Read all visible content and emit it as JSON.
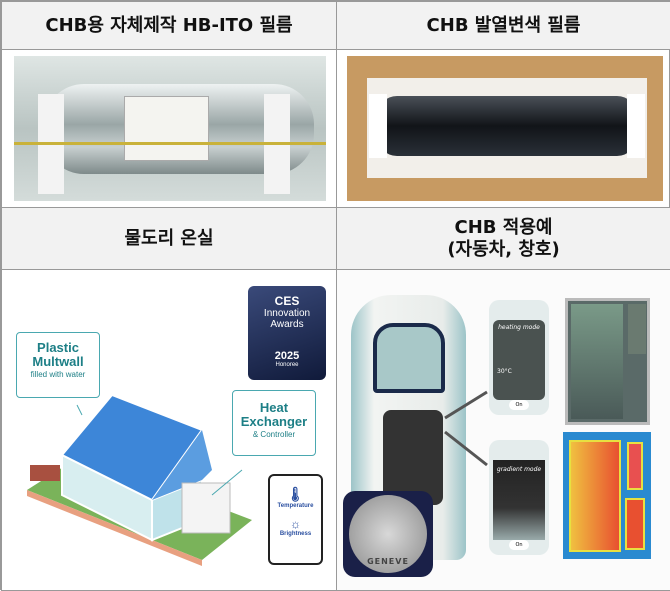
{
  "headers": {
    "top_left": "CHB용 자체제작 HB-ITO 필름",
    "top_right": "CHB 발열변색 필름",
    "bottom_left": "물도리 온실",
    "bottom_right_line1": "CHB 적용예",
    "bottom_right_line2": "(자동차, 창호)"
  },
  "greenhouse": {
    "callout1_title_1": "Plastic",
    "callout1_title_2": "Multwall",
    "callout1_sub": "filled with water",
    "callout2_title_1": "Heat",
    "callout2_title_2": "Exchanger",
    "callout2_sub": "& Controller",
    "ces_logo": "CES",
    "ces_line1": "Innovation",
    "ces_line2": "Awards",
    "ces_year": "2025",
    "ces_honoree": "Honoree",
    "phone_temp": "Temperature",
    "phone_bright": "Brightness"
  },
  "car": {
    "heating_mode": "heating mode",
    "temp": "30°C",
    "on1": "On",
    "gradient_mode": "gradient mode",
    "on2": "On",
    "medal": "GENEVE"
  }
}
